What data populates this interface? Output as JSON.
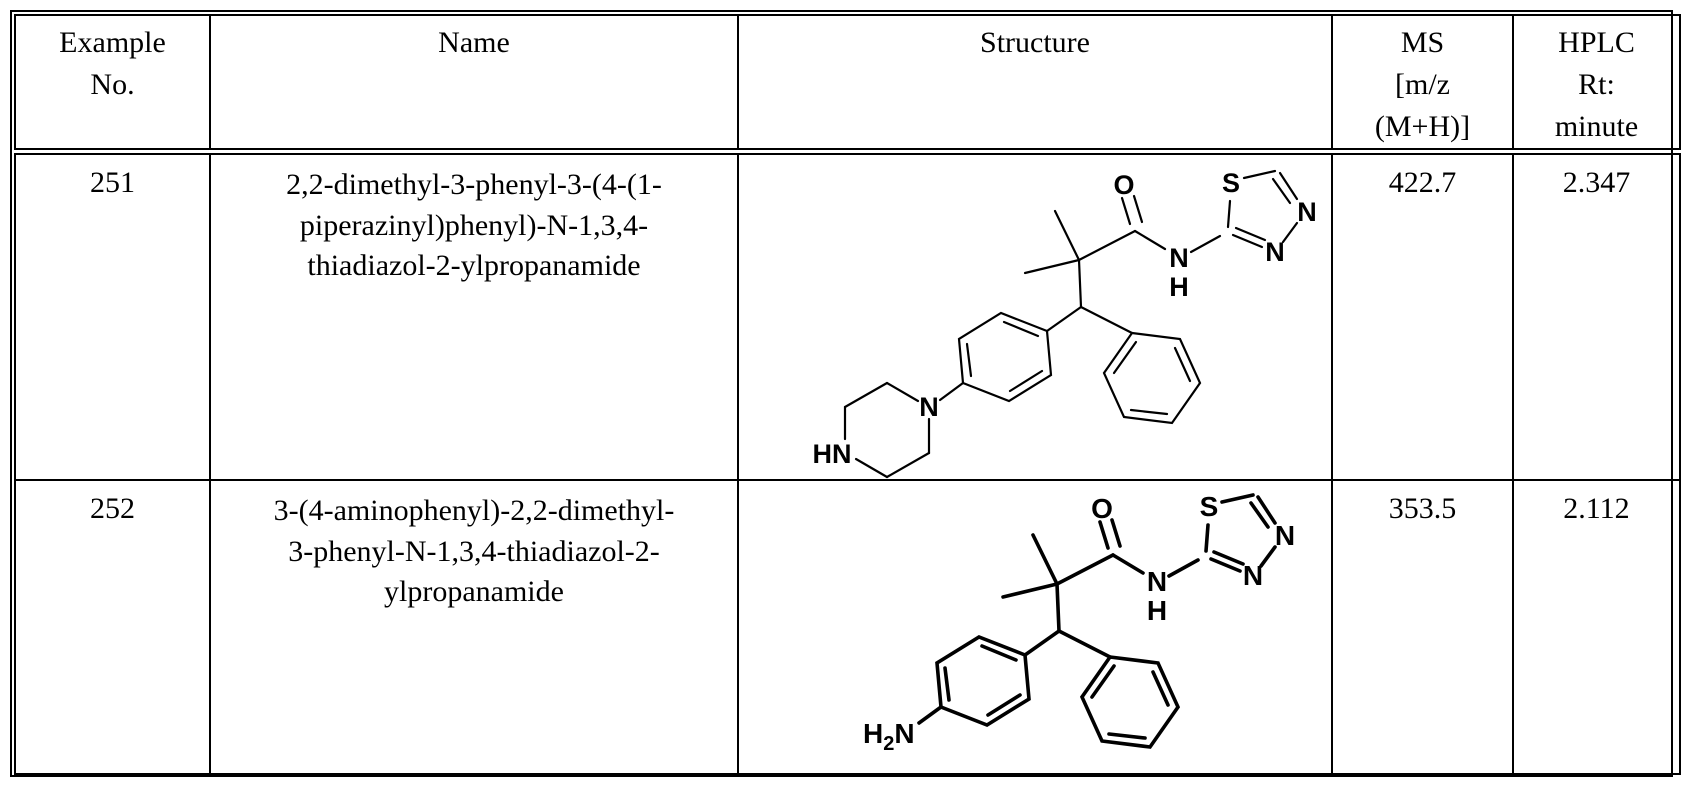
{
  "table": {
    "headers": [
      {
        "label": "Example\nNo."
      },
      {
        "label": "Name"
      },
      {
        "label": "Structure"
      },
      {
        "label": "MS\n[m/z\n(M+H)]"
      },
      {
        "label": "HPLC\nRt:\nminute"
      }
    ]
  },
  "rows": [
    {
      "example_no": "251",
      "name": "2,2-dimethyl-3-phenyl-3-(4-(1-\npiperazinyl)phenyl)-N-1,3,4-\nthiadiazol-2-ylpropanamide",
      "ms": "422.7",
      "hplc_rt": "2.347",
      "structure": {
        "depicts": "2,2-dimethyl-3-phenyl-3-(4-(1-piperazinyl)phenyl)propanamide amide-linked to 1,3,4-thiadiazol-2-yl",
        "atom_labels": {
          "carbonyl_o": "O",
          "thiadiazole_s": "S",
          "thiadiazole_n_right": "N",
          "thiadiazole_n_bottom": "N",
          "amide_n": "N",
          "amide_h": "H",
          "piperazine_n": "N",
          "piperazine_hn": "HN"
        }
      }
    },
    {
      "example_no": "252",
      "name": "3-(4-aminophenyl)-2,2-dimethyl-\n3-phenyl-N-1,3,4-thiadiazol-2-\nylpropanamide",
      "ms": "353.5",
      "hplc_rt": "2.112",
      "structure": {
        "depicts": "3-(4-aminophenyl)-2,2-dimethyl-3-phenylpropanamide amide-linked to 1,3,4-thiadiazol-2-yl",
        "atom_labels": {
          "carbonyl_o": "O",
          "thiadiazole_s": "S",
          "thiadiazole_n_right": "N",
          "thiadiazole_n_bottom": "N",
          "amide_n": "N",
          "amide_h": "H",
          "amine_h": "H",
          "amine_sub": "2",
          "amine_n": "N"
        }
      }
    }
  ]
}
